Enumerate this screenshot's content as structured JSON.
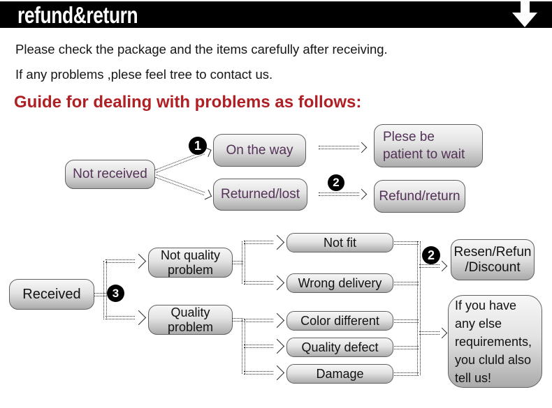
{
  "colors": {
    "banner-bg": "#000000",
    "heading-red": "#b01f24",
    "node-text-purple": "#543158",
    "node-text-dark": "#111111",
    "node-border": "#606060",
    "node-grad-top": "#f7f7f7",
    "node-grad-bottom": "#ababab",
    "connector": "#2b2b2b"
  },
  "banner": {
    "title": "refund&return"
  },
  "intro": {
    "line1": "Please check the package and the items carefully after receiving.",
    "line2": "If any problems ,plese feel tree to contact us.",
    "heading": "Guide for dealing with problems as follows:"
  },
  "flow1": {
    "not_received": "Not received",
    "on_the_way": "On the way",
    "patient": "Plese be\npatient to wait",
    "returned_lost": "Returned/lost",
    "refund_return": "Refund/return",
    "badge_1": "1",
    "badge_2": "2"
  },
  "flow2": {
    "received": "Received",
    "badge_3": "3",
    "not_quality": "Not quality\nproblem",
    "quality": "Quality\nproblem",
    "not_fit": "Not fit",
    "wrong_delivery": "Wrong delivery",
    "color_different": "Color different",
    "quality_defect": "Quality defect",
    "damage": "Damage",
    "badge_2": "2",
    "resen": "Resen/Refun\n/Discount",
    "note": "If you have\nany else\nrequirements,\nyou cluld also\ntell us!"
  }
}
